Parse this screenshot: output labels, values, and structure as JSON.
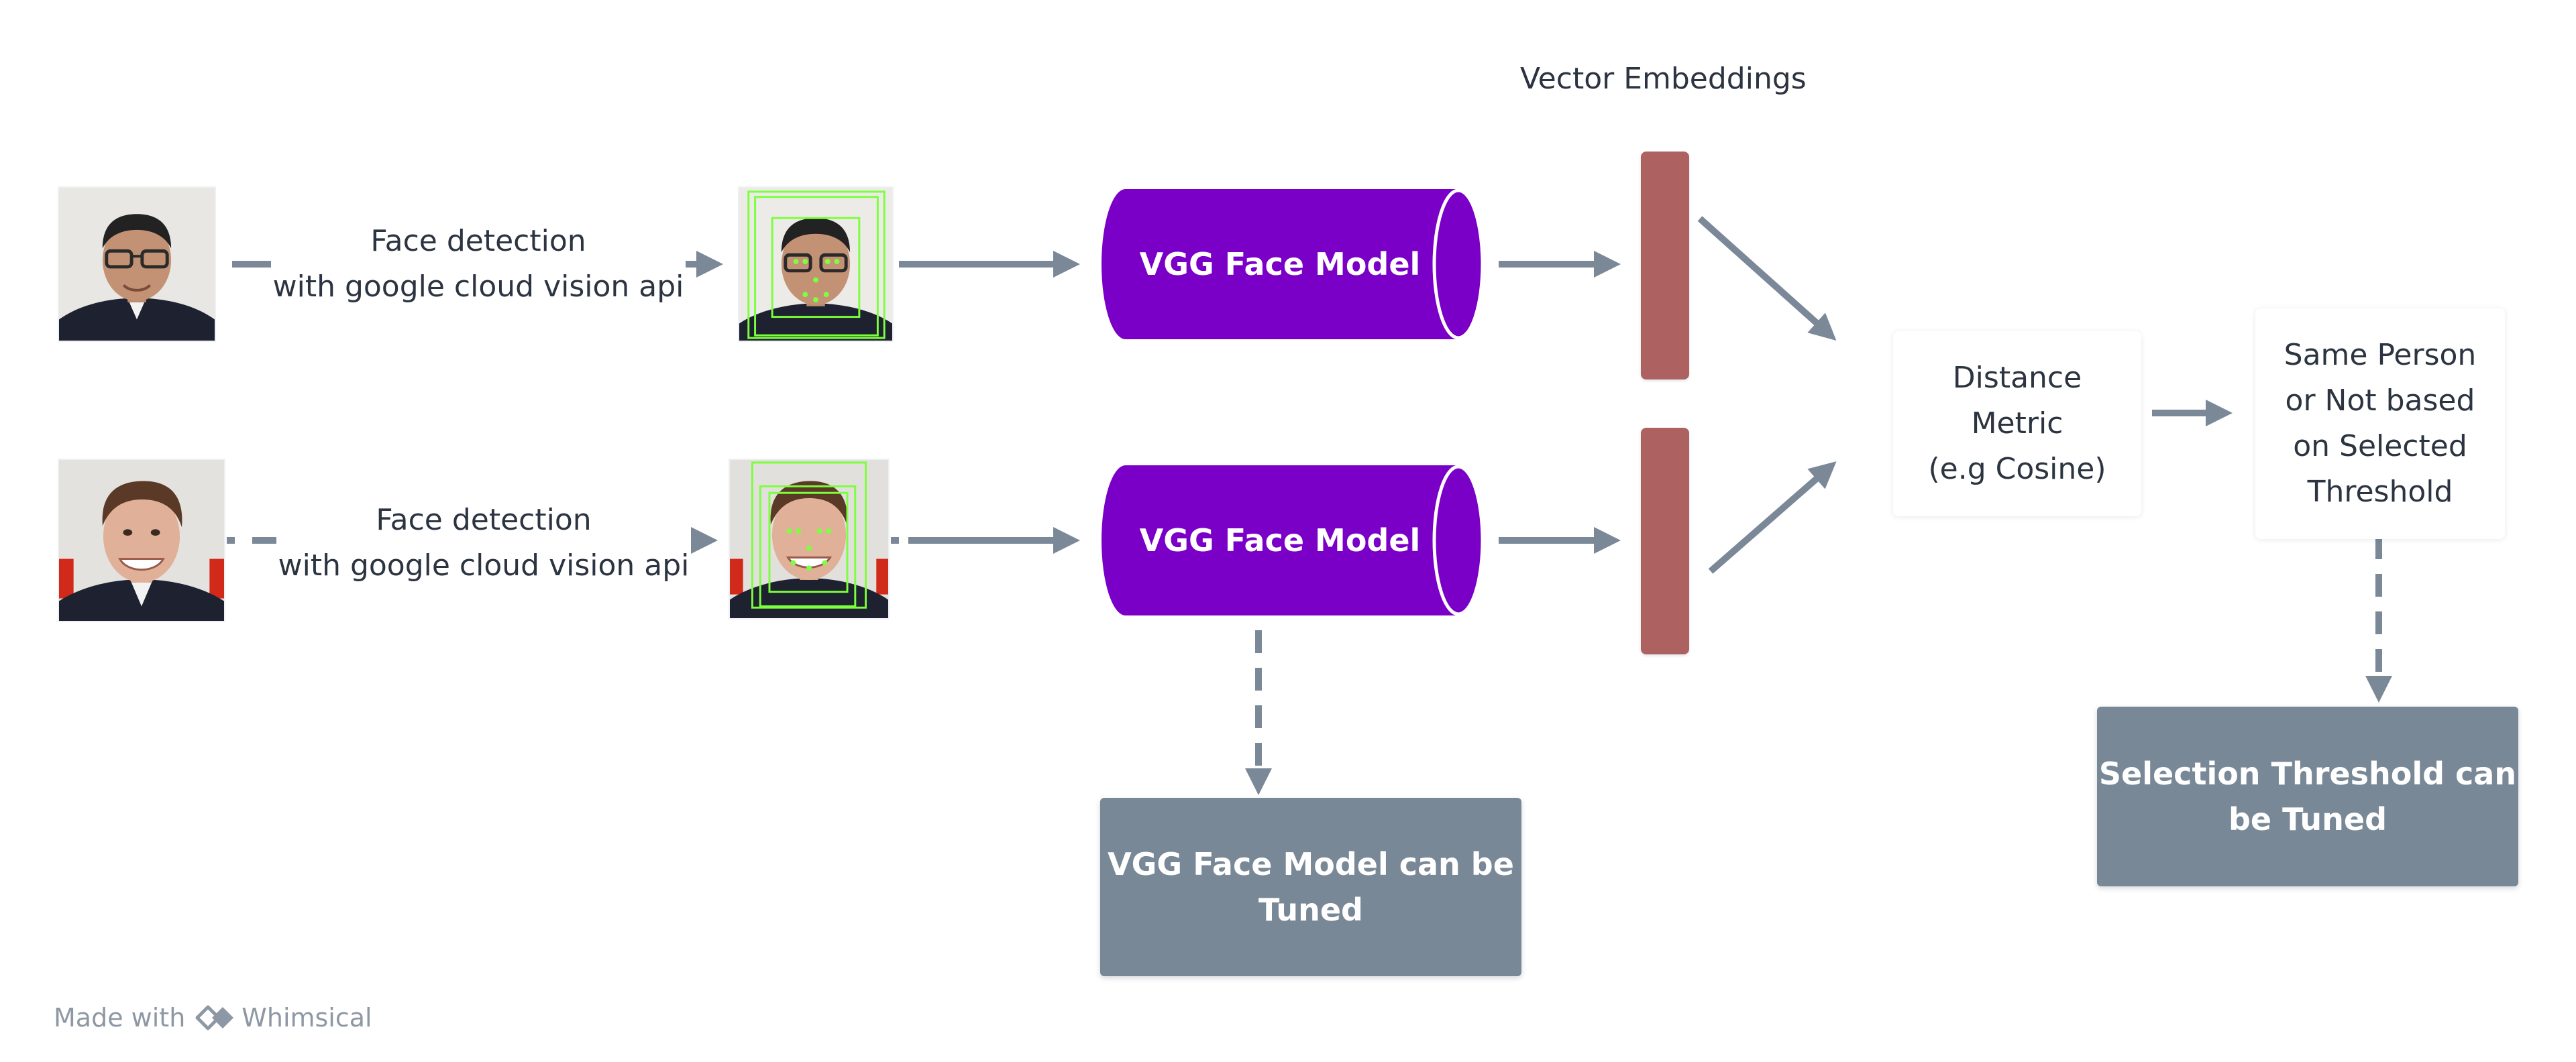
{
  "diagram": {
    "heading": "Vector Embeddings",
    "rows": [
      {
        "detect_line1": "Face detection",
        "detect_line2": "with google cloud vision api",
        "model_label": "VGG Face Model"
      },
      {
        "detect_line1": "Face detection",
        "detect_line2": "with google cloud vision api",
        "model_label": "VGG Face Model"
      }
    ],
    "distance": {
      "line1": "Distance",
      "line2": "Metric",
      "line3": "(e.g Cosine)"
    },
    "decision": {
      "line1": "Same Person",
      "line2": "or Not based",
      "line3": "on Selected",
      "line4": "Threshold"
    },
    "notes": {
      "model_tunable_line1": "VGG Face Model can be",
      "model_tunable_line2": "Tuned",
      "threshold_tunable_line1": "Selection Threshold can",
      "threshold_tunable_line2": "be Tuned"
    }
  },
  "footer": {
    "prefix": "Made with",
    "brand": "Whimsical"
  },
  "colors": {
    "cylinder": "#7a00c8",
    "embedding": "#ad6161",
    "connector": "#7a8898",
    "note": "#788897",
    "detection_box": "#7cff3c"
  },
  "icons": [
    "portrait-photo",
    "detected-face-photo",
    "whimsical-logo-icon"
  ]
}
